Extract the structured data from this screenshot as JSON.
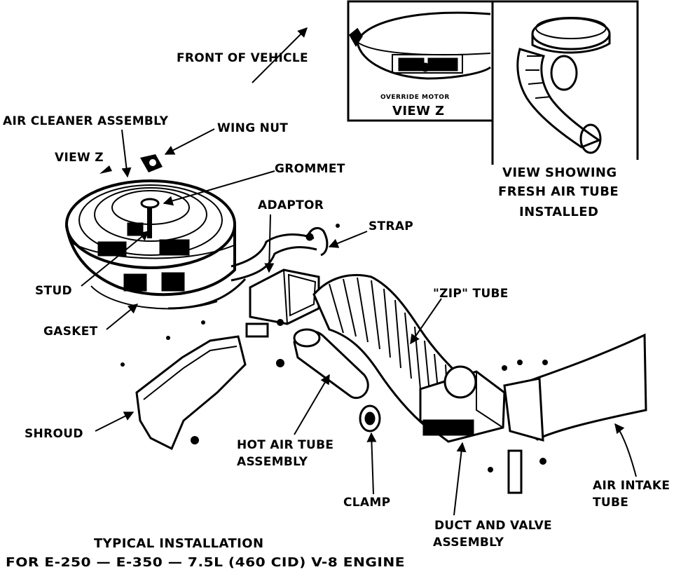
{
  "labels": {
    "front_of_vehicle": "FRONT OF VEHICLE",
    "air_cleaner_assembly": "AIR CLEANER ASSEMBLY",
    "wing_nut": "WING NUT",
    "view_z": "VIEW Z",
    "grommet": "GROMMET",
    "adaptor": "ADAPTOR",
    "strap": "STRAP",
    "stud": "STUD",
    "zip_tube": "\"ZIP\" TUBE",
    "gasket": "GASKET",
    "shroud": "SHROUD",
    "hot_air_tube_line1": "HOT AIR TUBE",
    "hot_air_tube_line2": "ASSEMBLY",
    "clamp": "CLAMP",
    "duct_valve_line1": "DUCT AND VALVE",
    "duct_valve_line2": "ASSEMBLY",
    "air_intake_line1": "AIR INTAKE",
    "air_intake_line2": "TUBE"
  },
  "inset_left": {
    "small_caption": "OVERRIDE MOTOR",
    "caption": "VIEW Z"
  },
  "inset_right": {
    "line1": "VIEW SHOWING",
    "line2": "FRESH AIR TUBE",
    "line3": "INSTALLED"
  },
  "footer": {
    "line1": "TYPICAL INSTALLATION",
    "line2": "FOR E-250 — E-350 — 7.5L (460 CID) V-8 ENGINE"
  }
}
